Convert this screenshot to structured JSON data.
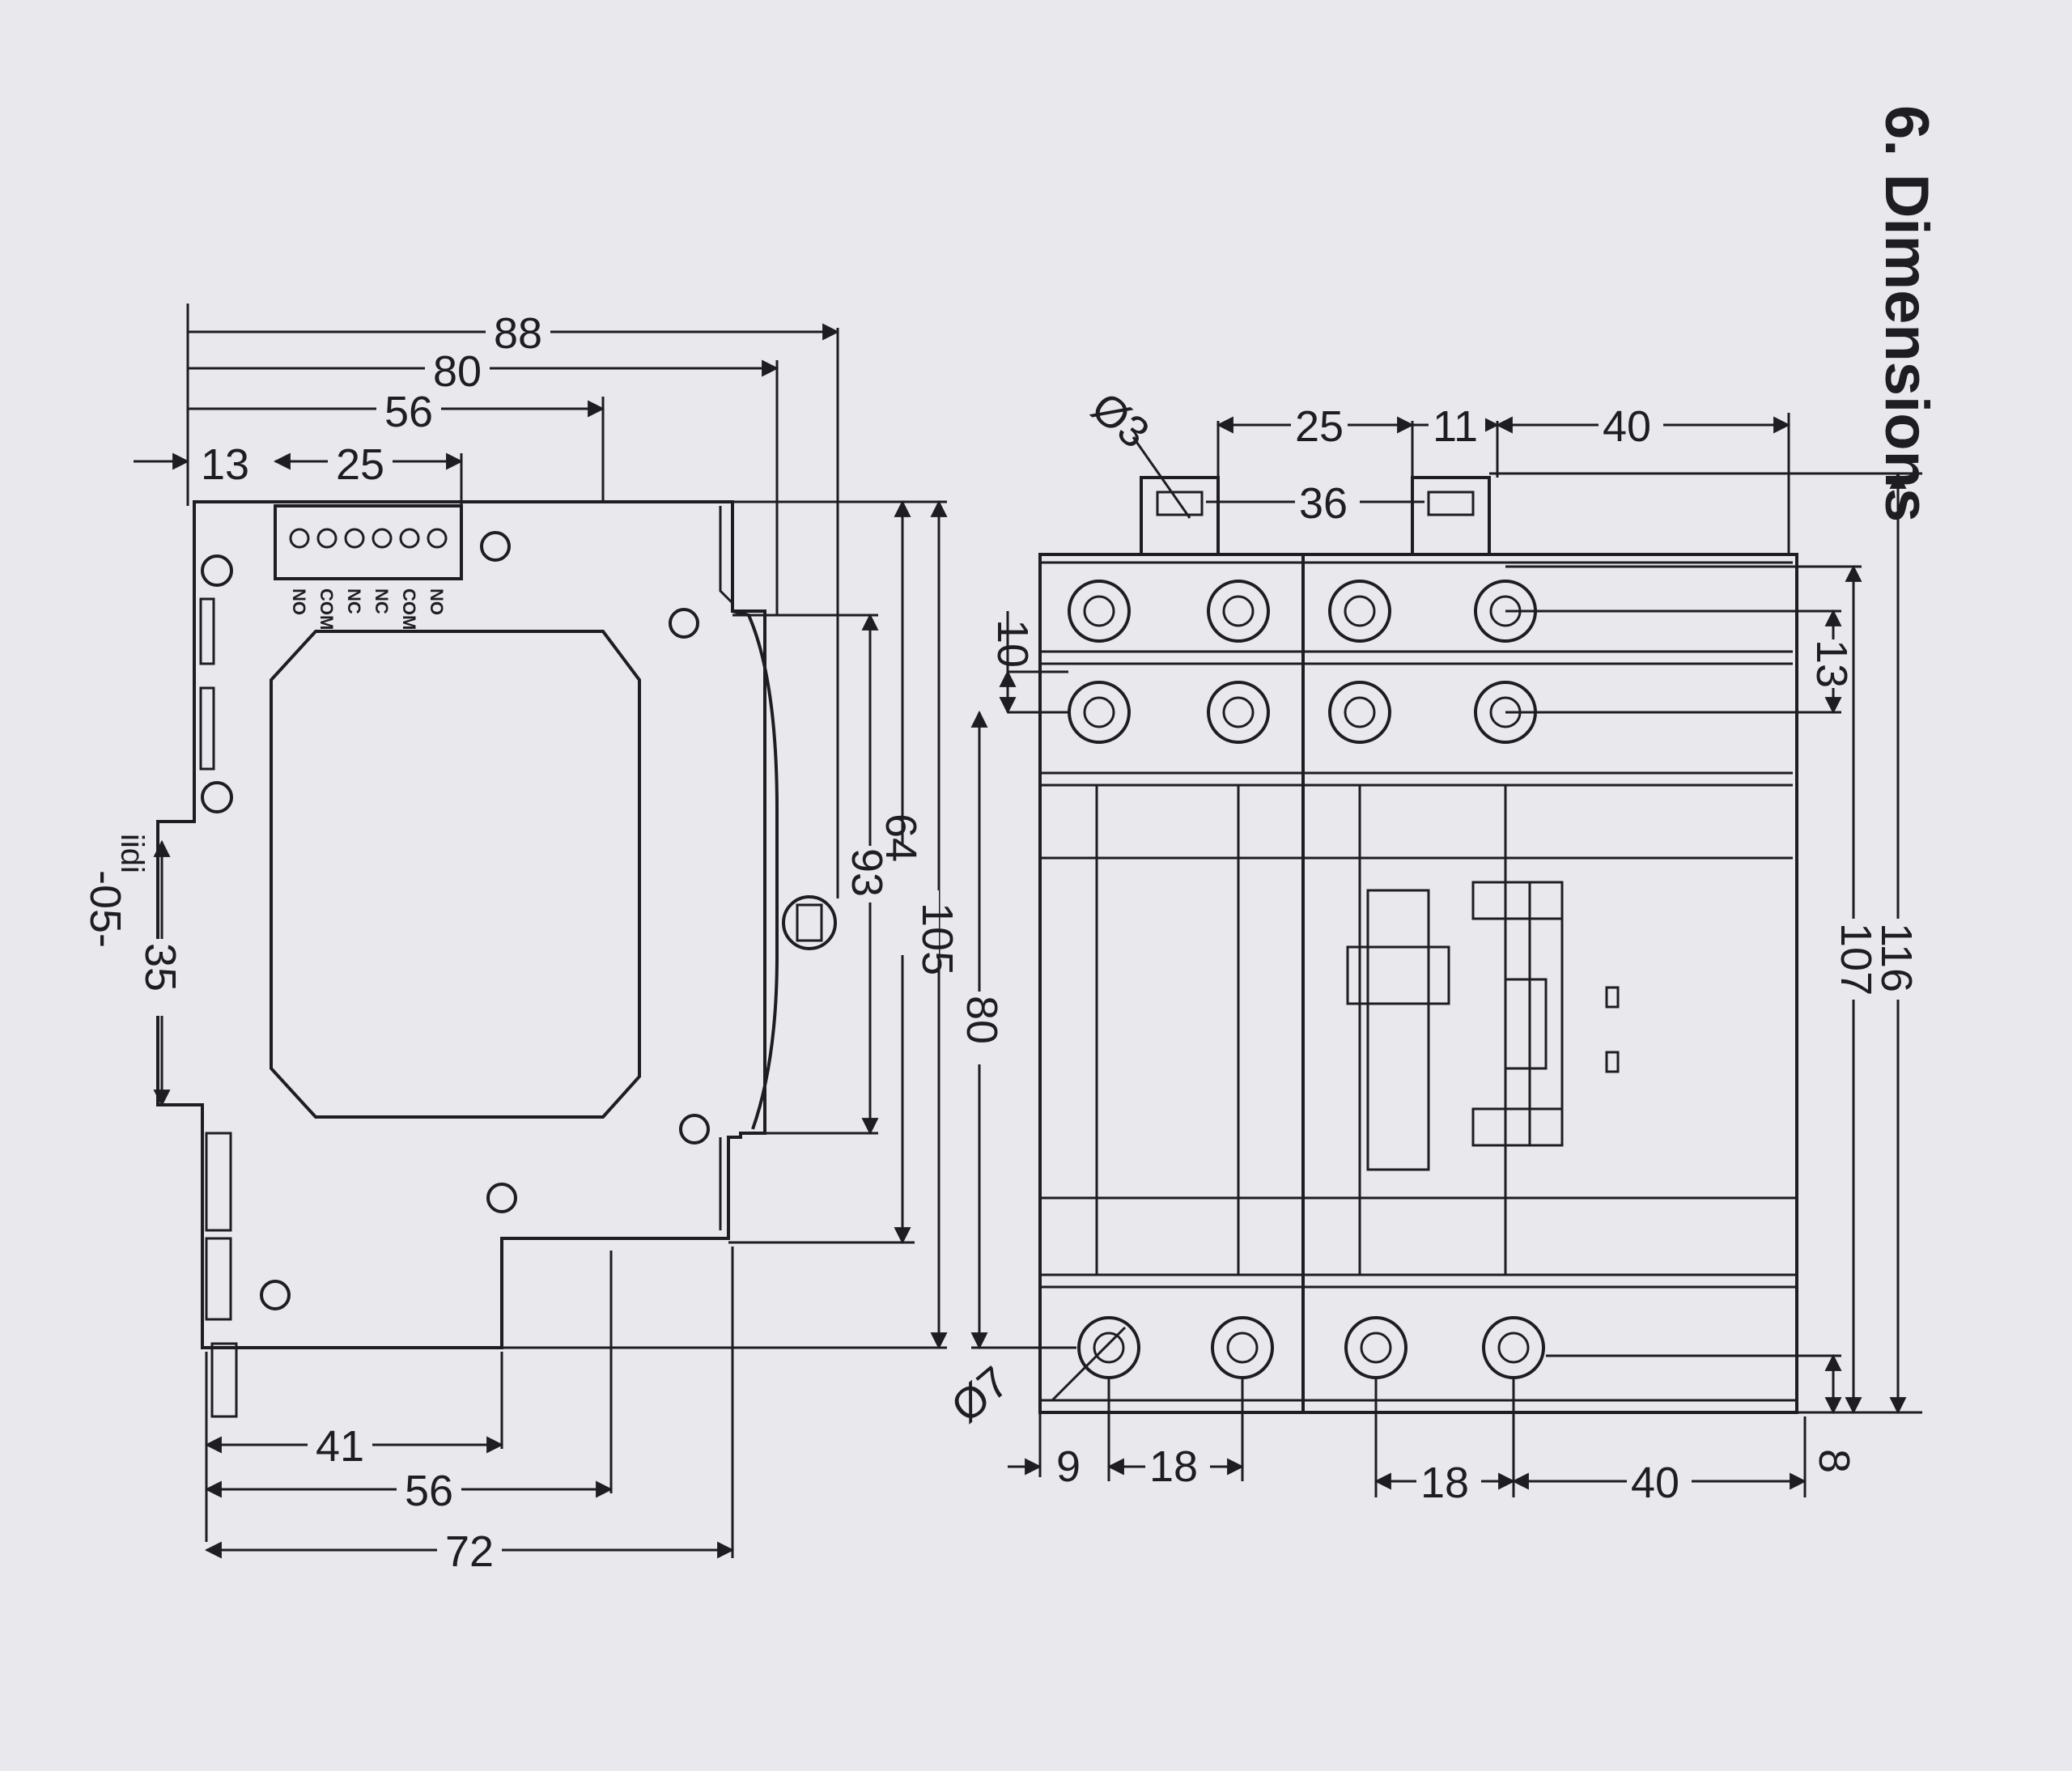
{
  "heading": "6. Dimensions",
  "side_view": {
    "top_dims": [
      "88",
      "80",
      "56",
      "13",
      "25"
    ],
    "right_dims": [
      "93",
      "64",
      "105"
    ],
    "left_dims": [
      "35"
    ],
    "left_side_marks": [
      "-05-",
      "iidi"
    ],
    "bottom_dims": [
      "41",
      "56",
      "72"
    ],
    "terminal_labels": [
      "NO",
      "COM",
      "NC",
      "NC",
      "COM",
      "NO"
    ]
  },
  "front_view": {
    "top_dims": [
      "25",
      "11",
      "40"
    ],
    "hole_label": "Ø3",
    "hole_spacing": "36",
    "left_dims": [
      "10",
      "80"
    ],
    "right_dims": [
      "13",
      "116",
      "107",
      "8"
    ],
    "bottom_dims": [
      "9",
      "18",
      "18",
      "40"
    ],
    "terminal_label": "Ø7"
  },
  "colors": {
    "paper": "#e9e8ed",
    "ink": "#1d1d22"
  }
}
